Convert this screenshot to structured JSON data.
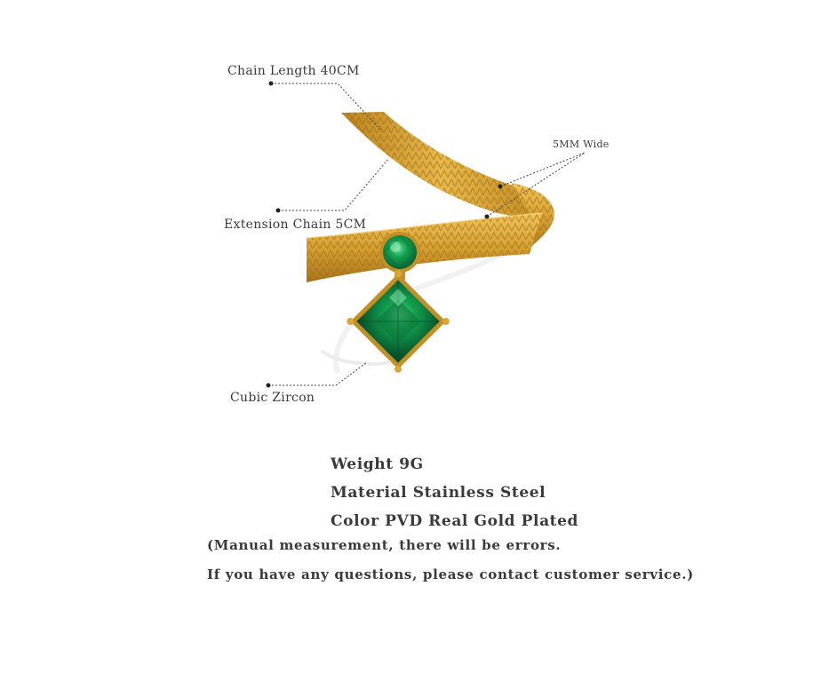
{
  "callouts": {
    "chain_length": "Chain Length 40CM",
    "width": "5MM Wide",
    "extension_chain": "Extension Chain 5CM",
    "stone": "Cubic Zircon"
  },
  "specs": {
    "weight": "Weight 9G",
    "material": "Material Stainless Steel",
    "color": "Color PVD Real Gold Plated"
  },
  "notes": {
    "line1": "(Manual measurement, there will be errors.",
    "line2": "If you have any questions, please contact customer service.)"
  },
  "colors": {
    "gold": "#d7a032",
    "gold_dark": "#a8741a",
    "emerald": "#0f8a45",
    "emerald_dark": "#05502a",
    "text": "#3a3a3a"
  }
}
